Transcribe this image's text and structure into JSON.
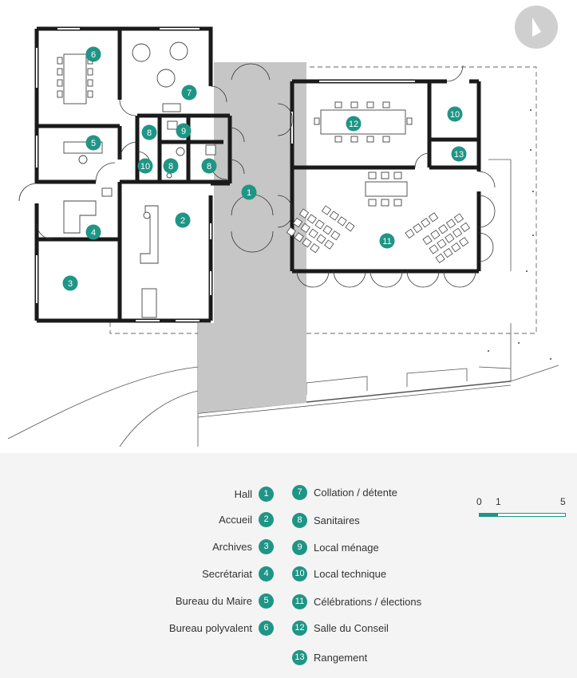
{
  "compass": {
    "icon": "north-arrow-icon"
  },
  "colors": {
    "accent": "#1f9585",
    "wall": "#1a1a1a",
    "hall_fill": "#c6c6c6"
  },
  "map_markers": [
    {
      "num": "1"
    },
    {
      "num": "2"
    },
    {
      "num": "3"
    },
    {
      "num": "4"
    },
    {
      "num": "5"
    },
    {
      "num": "6"
    },
    {
      "num": "7"
    },
    {
      "num": "8"
    },
    {
      "num": "8"
    },
    {
      "num": "8"
    },
    {
      "num": "9"
    },
    {
      "num": "10"
    },
    {
      "num": "10"
    },
    {
      "num": "11"
    },
    {
      "num": "12"
    },
    {
      "num": "13"
    }
  ],
  "legend": {
    "left": [
      {
        "num": "1",
        "label": "Hall"
      },
      {
        "num": "2",
        "label": "Accueil"
      },
      {
        "num": "3",
        "label": "Archives"
      },
      {
        "num": "4",
        "label": "Secrétariat"
      },
      {
        "num": "5",
        "label": "Bureau du Maire"
      },
      {
        "num": "6",
        "label": "Bureau polyvalent"
      }
    ],
    "right": [
      {
        "num": "7",
        "label": "Collation / détente"
      },
      {
        "num": "8",
        "label": "Sanitaires"
      },
      {
        "num": "9",
        "label": "Local ménage"
      },
      {
        "num": "10",
        "label": "Local technique"
      },
      {
        "num": "11",
        "label": "Célébrations / élections"
      },
      {
        "num": "12",
        "label": "Salle du Conseil"
      },
      {
        "num": "13",
        "label": "Rangement"
      }
    ]
  },
  "scale": {
    "labels": [
      "0",
      "1",
      "5"
    ]
  }
}
